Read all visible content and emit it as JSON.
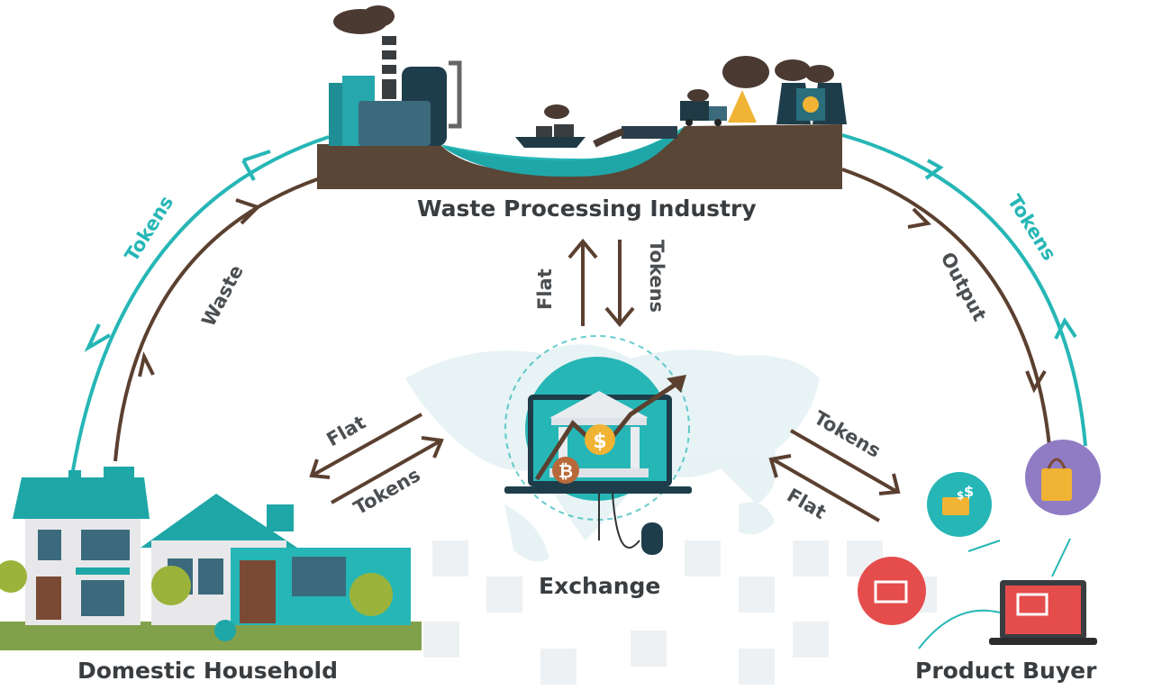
{
  "nodes": {
    "industry": "Waste Processing Industry",
    "exchange": "Exchange",
    "household": "Domestic Household",
    "buyer": "Product Buyer"
  },
  "flows": {
    "left_outer": "Tokens",
    "left_inner": "Waste",
    "right_inner": "Output",
    "right_outer": "Tokens",
    "center_up": "Flat",
    "center_down": "Tokens",
    "left_mid_top": "Flat",
    "left_mid_bottom": "Tokens",
    "right_mid_top": "Tokens",
    "right_mid_bottom": "Flat"
  },
  "icons": {
    "exchange_symbols": [
      "$",
      "₿"
    ],
    "buyer_symbols": [
      "$",
      "$"
    ]
  },
  "colors": {
    "teal": "#26b6b6",
    "brown_arrow": "#5b4030",
    "ground": "#5a4636",
    "text": "#3a3d40"
  }
}
